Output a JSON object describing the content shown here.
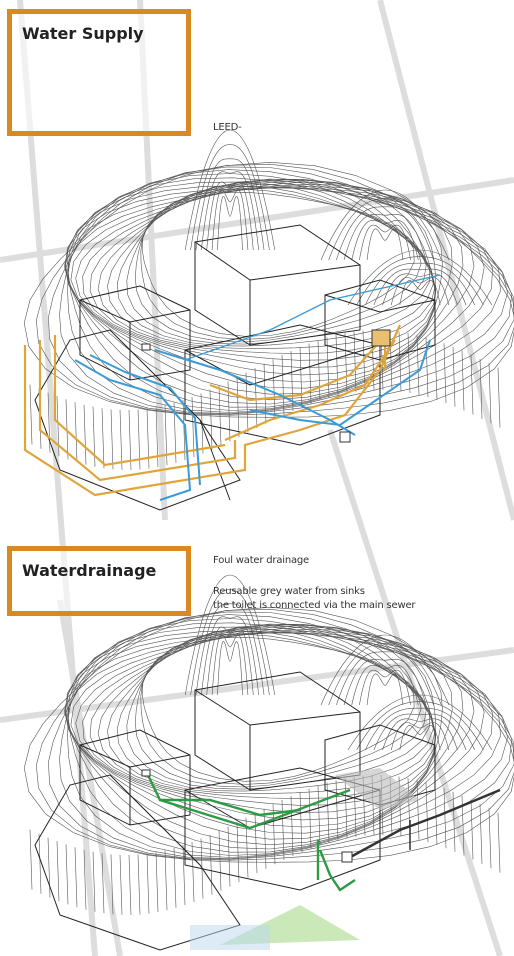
{
  "supply": {
    "title": "Water Supply",
    "note": "LEED-"
  },
  "drainage": {
    "title": "Waterdrainage",
    "foul_label": "Foul water drainage",
    "grey_label": "Reusable grey water from sinks",
    "toilet_label": "the toilet is connected via the main sewer"
  },
  "colors": {
    "label_border": "#d88a1e",
    "hot_water": "#e0a53a",
    "cold_water": "#3a9bd6",
    "grey_water": "#2e9a44",
    "foul_water": "#333333"
  }
}
